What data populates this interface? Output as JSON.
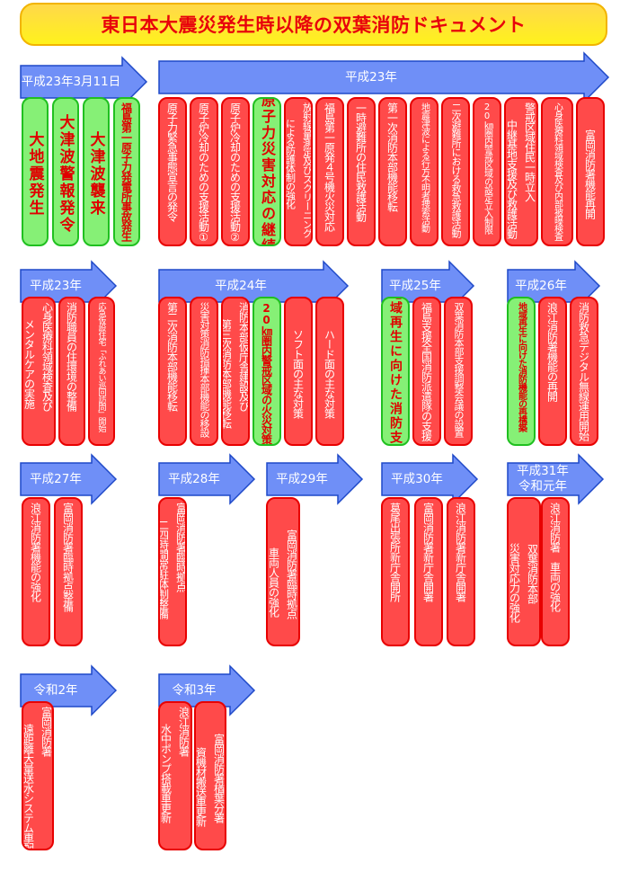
{
  "title": "東日本大震災発生時以降の双葉消防ドキュメント",
  "colors": {
    "arrow_fill": "#6f8ff7",
    "arrow_stroke": "#1f49c8",
    "red": "#ff4a4a",
    "green": "#86f076",
    "title_text": "#e8000b"
  },
  "arrows": [
    {
      "id": "a1",
      "lines": [
        "平成23年3月11日"
      ]
    },
    {
      "id": "a2",
      "lines": [
        "平成23年"
      ]
    },
    {
      "id": "a3",
      "lines": [
        "平成23年"
      ]
    },
    {
      "id": "a4",
      "lines": [
        "平成24年"
      ]
    },
    {
      "id": "a5",
      "lines": [
        "平成25年"
      ]
    },
    {
      "id": "a6",
      "lines": [
        "平成26年"
      ]
    },
    {
      "id": "a7",
      "lines": [
        "平成27年"
      ]
    },
    {
      "id": "a8",
      "lines": [
        "平成28年"
      ]
    },
    {
      "id": "a9",
      "lines": [
        "平成29年"
      ]
    },
    {
      "id": "a10",
      "lines": [
        "平成30年"
      ]
    },
    {
      "id": "a11",
      "lines": [
        "平成31年",
        "令和元年"
      ]
    },
    {
      "id": "a12",
      "lines": [
        "令和2年"
      ]
    },
    {
      "id": "a13",
      "lines": [
        "令和3年"
      ]
    }
  ],
  "events": [
    {
      "color": "green",
      "big": true,
      "lines": [
        "大地震発生"
      ]
    },
    {
      "color": "green",
      "big": true,
      "lines": [
        "大津波警報発令"
      ]
    },
    {
      "color": "green",
      "big": true,
      "lines": [
        "大津波襲来"
      ]
    },
    {
      "color": "green",
      "lines": [
        "福島第一原子力発電所事故発生"
      ]
    },
    {
      "color": "red",
      "lines": [
        "原子力緊急事態宣言の発令"
      ]
    },
    {
      "color": "red",
      "lines": [
        "原子炉冷却のための支援活動①"
      ]
    },
    {
      "color": "red",
      "lines": [
        "原子炉冷却のための支援活動②"
      ]
    },
    {
      "color": "green",
      "big": true,
      "lines": [
        "原子力災害対応の継続"
      ]
    },
    {
      "color": "red",
      "lines": [
        "放射線量測定及びスクリーニング",
        "による防護体制の強化"
      ]
    },
    {
      "color": "red",
      "lines": [
        "福島第一原発４号機火災対応"
      ]
    },
    {
      "color": "red",
      "lines": [
        "一時避難所の住民救護活動"
      ]
    },
    {
      "color": "red",
      "lines": [
        "第一次消防本部機能移転"
      ]
    },
    {
      "color": "red",
      "lines": [
        "地震津波による行方不明者捜索活動"
      ]
    },
    {
      "color": "red",
      "lines": [
        "二次避難所における救急救護活動"
      ]
    },
    {
      "color": "red",
      "lines": [
        "20㎞圏内警戒区域の設定立入制限"
      ]
    },
    {
      "color": "red",
      "lines": [
        "警戒区域住民一時立入",
        "中継基地支援及び救護活動"
      ]
    },
    {
      "color": "red",
      "lines": [
        "心身医療科領域検査及び内部被曝検査"
      ]
    },
    {
      "color": "red",
      "lines": [
        "富岡消防署機能再開"
      ]
    },
    {
      "color": "red",
      "lines": [
        "心身医療科領域検査及び",
        "メンタルケアの実施"
      ]
    },
    {
      "color": "red",
      "lines": [
        "消防職員の住環境の整備"
      ]
    },
    {
      "color": "red",
      "lines": [
        "応急仮設住宅「ふれあい巡回訪問」開始"
      ]
    },
    {
      "color": "red",
      "lines": [
        "第二次消防本部機能移転"
      ]
    },
    {
      "color": "red",
      "lines": [
        "災害対策消防指揮本部機能の移設"
      ]
    },
    {
      "color": "red",
      "lines": [
        "消防本部仮庁舎建設及び",
        "第三次消防本部機能移転"
      ]
    },
    {
      "color": "green",
      "lines": [
        "20㎞圏内警戒区域の火災対策"
      ]
    },
    {
      "color": "red",
      "lines": [
        "ソフト面の主な対策"
      ]
    },
    {
      "color": "red",
      "lines": [
        "ハード面の主な対策"
      ]
    },
    {
      "color": "green",
      "big": true,
      "lines": [
        "地域再生に向けた消防支援"
      ]
    },
    {
      "color": "red",
      "lines": [
        "福島支援全国消防派遣隊の支援"
      ]
    },
    {
      "color": "red",
      "lines": [
        "双葉消防本部支援調整会議の設置"
      ]
    },
    {
      "color": "green",
      "lines": [
        "地域再生に向けた消防機能の再構築"
      ]
    },
    {
      "color": "red",
      "lines": [
        "浪江消防署機能の再開"
      ]
    },
    {
      "color": "red",
      "lines": [
        "消防救急デジタル無線運用開始"
      ]
    },
    {
      "color": "red",
      "lines": [
        "浪江消防署機能の強化"
      ]
    },
    {
      "color": "red",
      "lines": [
        "富岡消防署臨時拠点整備"
      ]
    },
    {
      "color": "red",
      "lines": [
        "富岡消防署臨時拠点",
        "二四時間常駐体制整備"
      ]
    },
    {
      "color": "red",
      "lines": [
        "富岡消防署臨時拠点",
        "車両人員の強化"
      ]
    },
    {
      "color": "red",
      "lines": [
        "葛尾出張所新庁舎開所"
      ]
    },
    {
      "color": "red",
      "lines": [
        "富岡消防署新庁舎開署"
      ]
    },
    {
      "color": "red",
      "lines": [
        "浪江消防署新庁舎開署"
      ]
    },
    {
      "color": "red",
      "lines": [
        "双葉消防本部",
        "災害対応力の強化"
      ]
    },
    {
      "color": "red",
      "lines": [
        "浪江消防署　車両の強化"
      ]
    },
    {
      "color": "red",
      "lines": [
        "富岡消防署",
        "遠距離大量送水システム車配備"
      ]
    },
    {
      "color": "red",
      "lines": [
        "浪江消防署",
        "水中ポンプ搭載車更新"
      ]
    },
    {
      "color": "red",
      "lines": [
        "富岡消防署楢葉分署",
        "資機材搬送車更新"
      ]
    }
  ]
}
